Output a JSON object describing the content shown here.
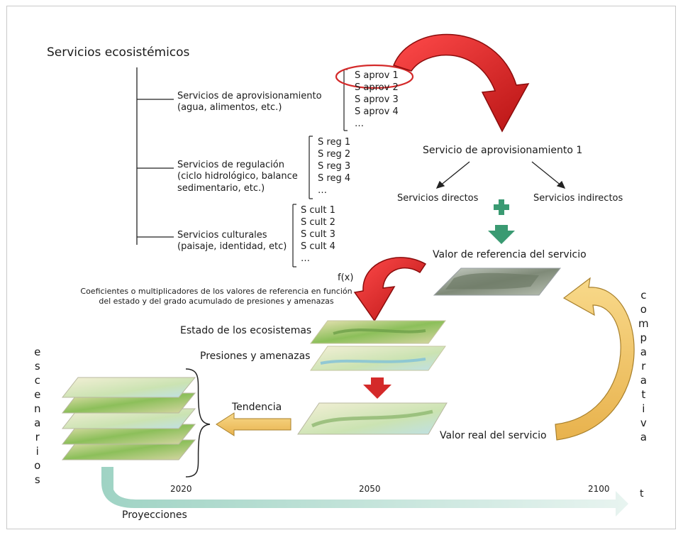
{
  "title": "Servicios ecosistémicos",
  "branches": [
    {
      "label_lines": [
        "Servicios de aprovisionamiento",
        "(agua, alimentos, etc.)"
      ],
      "items": [
        "S aprov 1",
        "S aprov 2",
        "S aprov 3",
        "S aprov 4",
        "…"
      ]
    },
    {
      "label_lines": [
        "Servicios de regulación",
        "(ciclo hidrológico, balance",
        "sedimentario, etc.)"
      ],
      "items": [
        "S reg 1",
        "S reg 2",
        "S reg 3",
        "S reg 4",
        "…"
      ]
    },
    {
      "label_lines": [
        "Servicios culturales",
        "(paisaje, identidad, etc)"
      ],
      "items": [
        "S cult 1",
        "S cult 2",
        "S cult 3",
        "S cult 4",
        "…"
      ]
    }
  ],
  "service_title": "Servicio de aprovisionamiento 1",
  "direct": "Servicios directos",
  "indirect": "Servicios indirectos",
  "reference_value": "Valor de referencia del servicio",
  "function_label": "f(x)",
  "coefficients_lines": [
    "Coeficientes o multiplicadores de los valores de referencia en función",
    "del estado y del grado acumulado de presiones y amenazas"
  ],
  "state": "Estado de los ecosistemas",
  "pressures": "Presiones y amenazas",
  "real_value": "Valor real del servicio",
  "trend": "Tendencia",
  "comparison_letters": [
    "c",
    "o",
    "m",
    "p",
    "a",
    "r",
    "a",
    "t",
    "i",
    "v",
    "a"
  ],
  "scenarios_letters": [
    "e",
    "s",
    "c",
    "e",
    "n",
    "a",
    "r",
    "i",
    "o",
    "s"
  ],
  "years": [
    "2020",
    "2050",
    "2100"
  ],
  "time_axis": "t",
  "projections": "Proyecciones",
  "colors": {
    "red_arrow": "#d42a2a",
    "green": "#3a9a72",
    "yellow_arrow": "#f2c66a",
    "timeline": "#cfe6df"
  }
}
